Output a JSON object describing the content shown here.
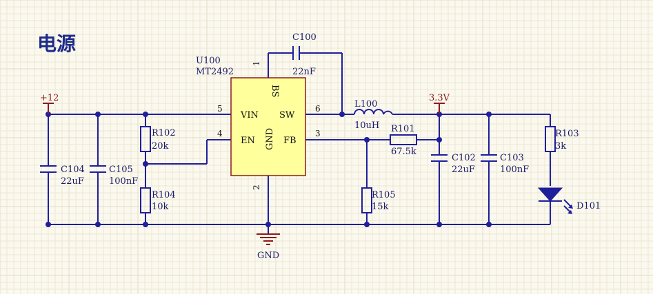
{
  "title": "电源",
  "ic": {
    "ref": "U100",
    "part": "MT2492",
    "pins": {
      "vin": "VIN",
      "sw": "SW",
      "en": "EN",
      "fb": "FB",
      "bs": "BS",
      "gnd": "GND"
    },
    "pin_numbers": {
      "vin": "5",
      "sw": "6",
      "en": "4",
      "fb": "3",
      "bs": "1",
      "gnd": "2"
    }
  },
  "power": {
    "in": "+12",
    "out": "3.3V",
    "gnd": "GND"
  },
  "components": {
    "c100": {
      "ref": "C100",
      "value": "22nF"
    },
    "l100": {
      "ref": "L100",
      "value": "10uH"
    },
    "r101": {
      "ref": "R101",
      "value": "67.5k"
    },
    "r102": {
      "ref": "R102",
      "value": "20k"
    },
    "r103": {
      "ref": "R103",
      "value": "3k"
    },
    "r104": {
      "ref": "R104",
      "value": "10k"
    },
    "r105": {
      "ref": "R105",
      "value": "15k"
    },
    "c102": {
      "ref": "C102",
      "value": "22uF"
    },
    "c103": {
      "ref": "C103",
      "value": "100nF"
    },
    "c104": {
      "ref": "C104",
      "value": "22uF"
    },
    "c105": {
      "ref": "C105",
      "value": "100nF"
    },
    "d101": {
      "ref": "D101"
    }
  }
}
